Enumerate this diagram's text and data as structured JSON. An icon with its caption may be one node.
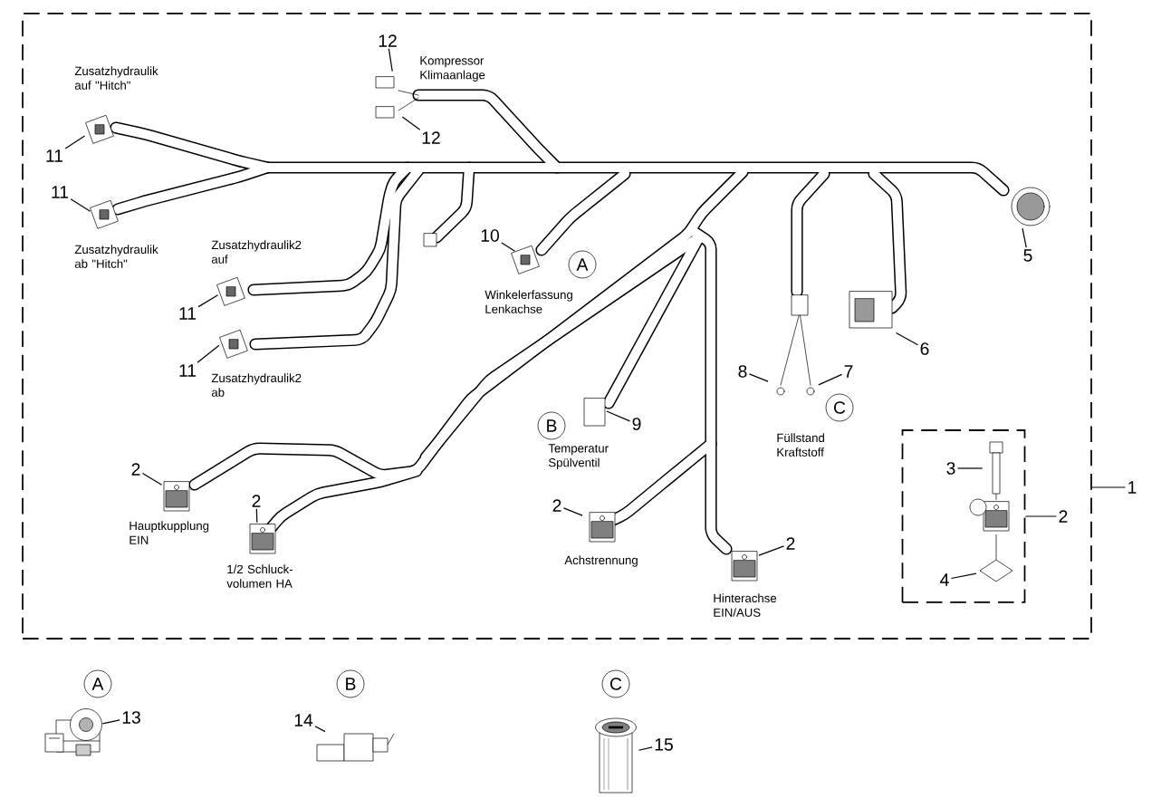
{
  "diagram": {
    "nodes": [
      {
        "text": [],
        "shape": "box"
      },
      {
        "text": [],
        "shape": "box",
        "in": 0
      },
      {
        "text": [
          "12"
        ],
        "in": 0
      },
      {
        "text": [
          "12"
        ],
        "in": 0
      },
      {
        "text": [
          "11"
        ],
        "in": 0
      },
      {
        "text": [
          "11"
        ],
        "in": 0
      },
      {
        "text": [
          "5"
        ],
        "in": 0
      },
      {
        "text": [
          "10"
        ],
        "in": 0
      },
      {
        "text": [
          "11"
        ],
        "in": 0
      },
      {
        "text": [
          "11"
        ],
        "in": 0
      },
      {
        "text": [
          "6"
        ],
        "in": 0
      },
      {
        "text": [
          "8"
        ],
        "in": 0
      },
      {
        "text": [
          "7"
        ],
        "in": 0
      },
      {
        "text": [
          "9"
        ],
        "in": 0
      },
      {
        "text": [
          "2"
        ],
        "in": 0
      },
      {
        "text": [
          "2"
        ],
        "in": 0
      },
      {
        "text": [
          "2"
        ],
        "in": 0
      },
      {
        "text": [
          "2"
        ],
        "in": 0
      },
      {
        "text": [
          "3"
        ],
        "in": 1
      },
      {
        "text": [
          "2"
        ],
        "in": 0
      },
      {
        "text": [
          "4"
        ],
        "in": 1
      },
      {
        "text": [
          "A"
        ],
        "in": 0
      },
      {
        "text": [
          "B"
        ],
        "in": 0
      },
      {
        "text": [
          "C"
        ],
        "in": 0
      },
      {
        "text": [
          "1"
        ]
      },
      {
        "text": [
          "A"
        ]
      },
      {
        "text": [
          "B"
        ]
      },
      {
        "text": [
          "C"
        ]
      },
      {
        "text": [
          "13"
        ]
      },
      {
        "text": [
          "14"
        ]
      },
      {
        "text": [
          "15"
        ]
      },
      {
        "text": [],
        "shape": "picture"
      },
      {
        "text": [],
        "shape": "picture"
      },
      {
        "text": [],
        "shape": "picture"
      }
    ],
    "edges": [
      {
        "from": 2,
        "to": null,
        "arrow": "none"
      },
      {
        "from": 3,
        "to": null,
        "arrow": "none"
      },
      {
        "from": 4,
        "to": null,
        "arrow": "none"
      },
      {
        "from": 5,
        "to": null,
        "arrow": "none"
      },
      {
        "from": 6,
        "to": null,
        "arrow": "none"
      },
      {
        "from": 7,
        "to": null,
        "arrow": "none"
      },
      {
        "from": 8,
        "to": null,
        "arrow": "none"
      },
      {
        "from": 9,
        "to": null,
        "arrow": "none"
      },
      {
        "from": 10,
        "to": null,
        "arrow": "none"
      },
      {
        "from": 11,
        "to": null,
        "arrow": "none"
      },
      {
        "from": 12,
        "to": null,
        "arrow": "none"
      },
      {
        "from": 13,
        "to": null,
        "arrow": "none"
      },
      {
        "from": 14,
        "to": null,
        "arrow": "none"
      },
      {
        "from": 15,
        "to": null,
        "arrow": "none"
      },
      {
        "from": 16,
        "to": null,
        "arrow": "none"
      },
      {
        "from": 17,
        "to": null,
        "arrow": "none"
      },
      {
        "from": 18,
        "to": null,
        "arrow": "none"
      },
      {
        "from": 19,
        "to": 1,
        "arrow": "none"
      },
      {
        "from": 20,
        "to": null,
        "arrow": "none"
      },
      {
        "from": 24,
        "to": 0,
        "arrow": "none"
      },
      {
        "from": 28,
        "to": 31,
        "arrow": "none"
      },
      {
        "from": 29,
        "to": 32,
        "arrow": "none"
      },
      {
        "from": 30,
        "to": 33,
        "arrow": "none"
      }
    ],
    "labels": [
      "Kompressor Klimaanlage",
      "Zusatzhydraulik auf \"Hitch\"",
      "Zusatzhydraulik ab \"Hitch\"",
      "Zusatzhydraulik2 auf",
      "Winkelerfassung Lenkachse",
      "Zusatzhydraulik2 ab",
      "Füllstand Kraftstoff",
      "Temperatur Spülventil",
      "Hauptkupplung EIN",
      "1/2 Schluck-volumen HA",
      "Achstrennung",
      "Hinterachse EIN/AUS"
    ]
  }
}
